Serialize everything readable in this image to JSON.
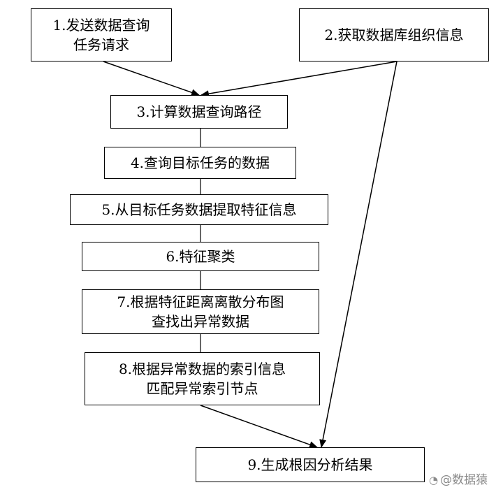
{
  "steps": [
    "1.发送数据查询\n任务请求",
    "2.获取数据库组织信息",
    "3.计算数据查询路径",
    "4.查询目标任务的数据",
    "5.从目标任务数据提取特征信息",
    "6.特征聚类",
    "7.根据特征距离离散分布图\n查找出异常数据",
    "8.根据异常数据的索引信息\n匹配异常索引节点",
    "9.生成根因分析结果"
  ],
  "watermark": {
    "text": "@数据猿"
  }
}
